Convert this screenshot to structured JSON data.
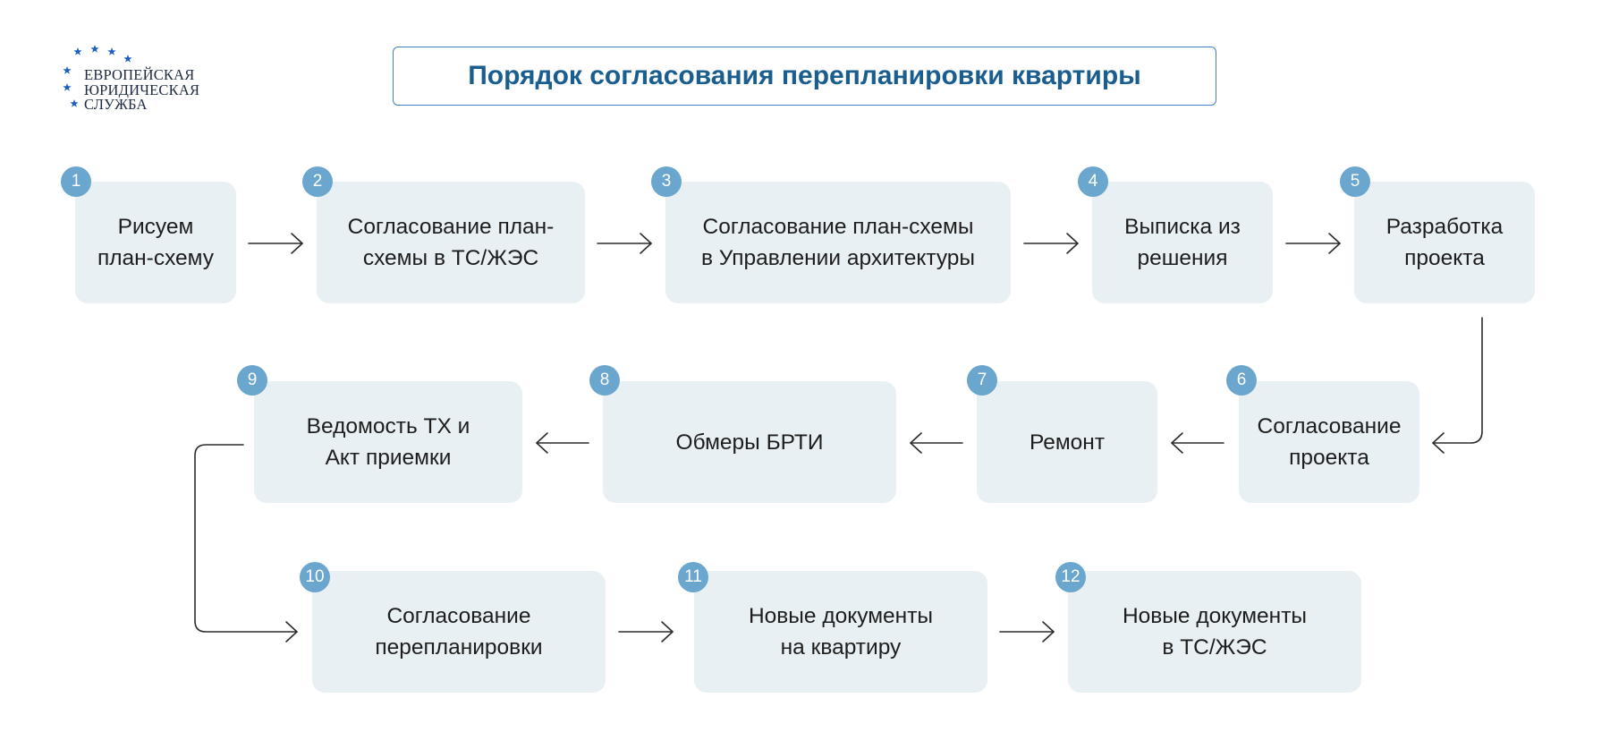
{
  "logo": {
    "lines": [
      "ЕВРОПЕЙСКАЯ",
      "ЮРИДИЧЕСКАЯ",
      "СЛУЖБА"
    ],
    "star_color": "#1f5fc4"
  },
  "title": "Порядок согласования перепланировки квартиры",
  "colors": {
    "accent": "#1a5d8f",
    "badge": "#6aa6cd",
    "box_fill": "#e9f0f4",
    "arrow": "#2b2b2b"
  },
  "steps": [
    {
      "number": "1",
      "label": "Рисуем\nплан-схему"
    },
    {
      "number": "2",
      "label": "Согласование план-\nсхемы в ТС/ЖЭС"
    },
    {
      "number": "3",
      "label": "Согласование план-схемы\nв Управлении архитектуры"
    },
    {
      "number": "4",
      "label": "Выписка из\nрешения"
    },
    {
      "number": "5",
      "label": "Разработка\nпроекта"
    },
    {
      "number": "6",
      "label": "Согласование\nпроекта"
    },
    {
      "number": "7",
      "label": "Ремонт"
    },
    {
      "number": "8",
      "label": "Обмеры БРТИ"
    },
    {
      "number": "9",
      "label": "Ведомость ТХ и\nАкт приемки"
    },
    {
      "number": "10",
      "label": "Согласование\nперепланировки"
    },
    {
      "number": "11",
      "label": "Новые документы\nна квартиру"
    },
    {
      "number": "12",
      "label": "Новые документы\nв ТС/ЖЭС"
    }
  ]
}
